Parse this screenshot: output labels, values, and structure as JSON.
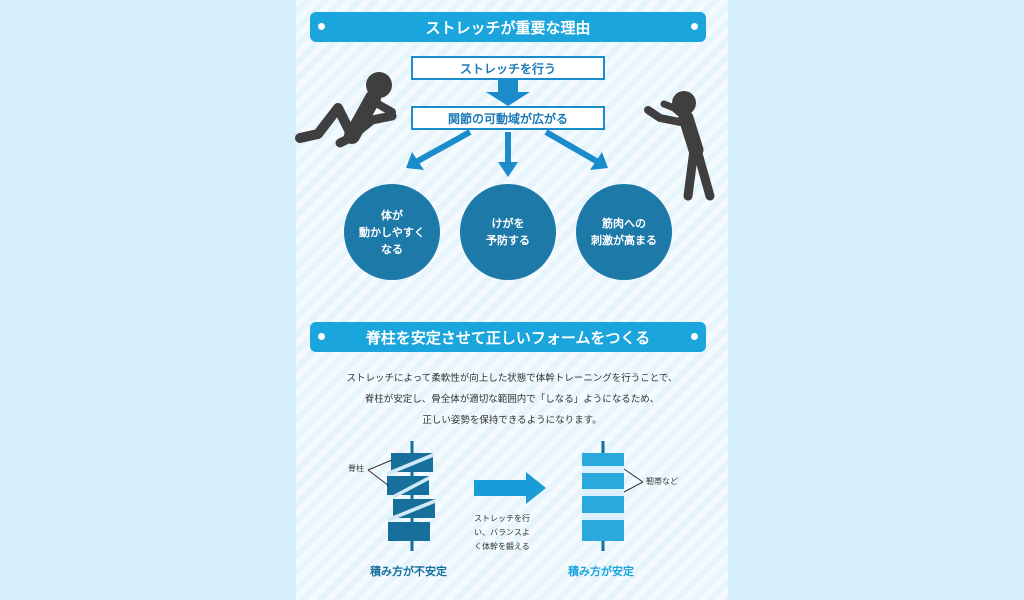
{
  "section1": {
    "title": "ストレッチが重要な理由",
    "step1": "ストレッチを行う",
    "step2": "関節の可動域が広がる",
    "benefits": [
      {
        "lines": [
          "体が",
          "動かしやすく",
          "なる"
        ]
      },
      {
        "lines": [
          "けがを",
          "予防する"
        ]
      },
      {
        "lines": [
          "筋肉への",
          "刺激が高まる"
        ]
      }
    ]
  },
  "section2": {
    "title": "脊柱を安定させて正しいフォームをつくる",
    "description": [
      "ストレッチによって柔軟性が向上した状態で体幹トレーニングを行うことで、",
      "脊柱が安定し、骨全体が適切な範囲内で「しなる」ようになるため、",
      "正しい姿勢を保持できるようになります。"
    ],
    "left_label": "脊柱",
    "right_label": "靭帯など",
    "arrow_text": [
      "ストレッチを行",
      "い、バランスよ",
      "く体幹を鍛える"
    ],
    "caption_unstable": "積み方が不安定",
    "caption_stable": "積み方が安定"
  },
  "colors": {
    "banner": "#1aa5dc",
    "circle": "#1c79a8",
    "dark_block": "#176f9c",
    "light_block": "#2ba8dc",
    "figure": "#3f3f3f"
  }
}
